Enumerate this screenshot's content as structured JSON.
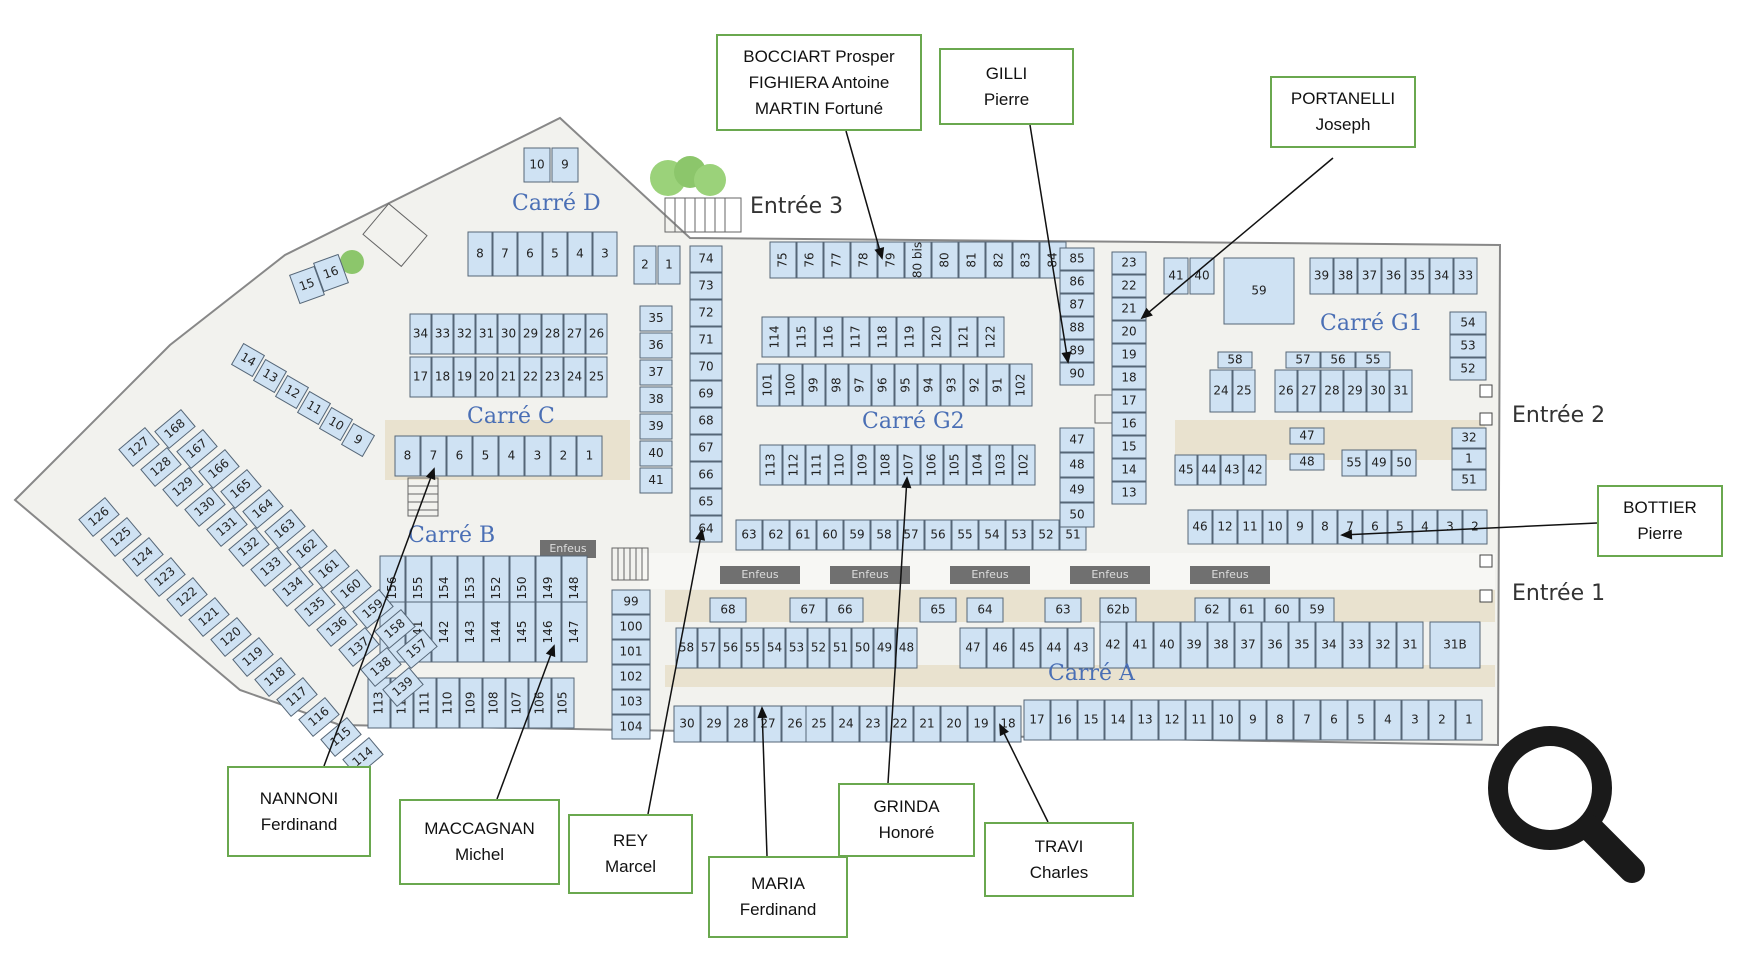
{
  "sections": {
    "carre_a": "Carré A",
    "carre_b": "Carré B",
    "carre_c": "Carré C",
    "carre_d": "Carré D",
    "carre_g1": "Carré G1",
    "carre_g2": "Carré G2"
  },
  "entrances": {
    "entree_1": "Entrée 1",
    "entree_2": "Entrée 2",
    "entree_3": "Entrée 3"
  },
  "enfeus_label": "Enfeus",
  "callouts": [
    {
      "id": "bocciart",
      "lines": [
        "BOCCIART Prosper",
        "FIGHIERA Antoine",
        "MARTIN Fortuné"
      ]
    },
    {
      "id": "gilli",
      "lines": [
        "GILLI",
        "Pierre"
      ]
    },
    {
      "id": "portanelli",
      "lines": [
        "PORTANELLI",
        "Joseph"
      ]
    },
    {
      "id": "bottier",
      "lines": [
        "BOTTIER",
        "Pierre"
      ]
    },
    {
      "id": "nannoni",
      "lines": [
        "NANNONI",
        "Ferdinand"
      ]
    },
    {
      "id": "maccagnan",
      "lines": [
        "MACCAGNAN",
        "Michel"
      ]
    },
    {
      "id": "rey",
      "lines": [
        "REY",
        "Marcel"
      ]
    },
    {
      "id": "maria",
      "lines": [
        "MARIA",
        "Ferdinand"
      ]
    },
    {
      "id": "grinda",
      "lines": [
        "GRINDA",
        "Honoré"
      ]
    },
    {
      "id": "travi",
      "lines": [
        "TRAVI",
        "Charles"
      ]
    }
  ],
  "plots": {
    "a_bottom_left": [
      "30",
      "29",
      "28",
      "27",
      "26"
    ],
    "a_bottom_mid": [
      "25",
      "24",
      "23",
      "22",
      "21",
      "20",
      "19",
      "18"
    ],
    "a_bottom_right": [
      "17",
      "16",
      "15",
      "14",
      "13",
      "12",
      "11",
      "10",
      "9",
      "8",
      "7",
      "6",
      "5",
      "4",
      "3",
      "2",
      "1"
    ],
    "a_mid_left": [
      "58",
      "57",
      "56",
      "55",
      "54",
      "53",
      "52",
      "51",
      "50",
      "49",
      "48"
    ],
    "a_mid_mid": [
      "47",
      "46",
      "45",
      "44",
      "43"
    ],
    "a_mid_right": [
      "42",
      "41",
      "40",
      "39",
      "38",
      "37",
      "36",
      "35",
      "34",
      "33",
      "32",
      "31"
    ],
    "a_mid_end": "31B",
    "a_top_left": [
      "68",
      "67",
      "66",
      "65",
      "64",
      "63",
      "62b"
    ],
    "a_top_right": [
      "62",
      "61",
      "60",
      "59"
    ],
    "g2_top": [
      "75",
      "76",
      "77",
      "78",
      "79",
      "80 bis",
      "80",
      "81",
      "82",
      "83",
      "84"
    ],
    "g2_r1": [
      "114",
      "115",
      "116",
      "117",
      "118",
      "119",
      "120",
      "121",
      "122"
    ],
    "g2_r2": [
      "101",
      "100",
      "99",
      "98",
      "97",
      "96",
      "95",
      "94",
      "93",
      "92",
      "91",
      "102"
    ],
    "g2_r3": [
      "113",
      "112",
      "111",
      "110",
      "109",
      "108",
      "107",
      "106",
      "105",
      "104",
      "103",
      "102"
    ],
    "g2_r4": [
      "63",
      "62",
      "61",
      "60",
      "59",
      "58",
      "57",
      "56",
      "55",
      "54",
      "53",
      "52",
      "51"
    ],
    "g2_col": [
      "74",
      "73",
      "72",
      "71",
      "70",
      "69",
      "68",
      "67",
      "66",
      "65",
      "64"
    ],
    "g_mid_col1": [
      "85",
      "86",
      "87",
      "88",
      "89",
      "90",
      "47",
      "48",
      "49",
      "50"
    ],
    "g_mid_col2": [
      "23",
      "22",
      "21",
      "20",
      "19",
      "18",
      "17",
      "16",
      "15",
      "14",
      "13"
    ],
    "g1_top": [
      "41",
      "40",
      "39",
      "38",
      "37",
      "36",
      "35",
      "34",
      "33"
    ],
    "g1_mid": "59",
    "g1_right": [
      "54",
      "53",
      "52"
    ],
    "g1_b1": [
      "58",
      "57",
      "56",
      "55"
    ],
    "g1_b2": [
      "24",
      "25",
      "26",
      "27",
      "28",
      "29",
      "30",
      "31"
    ],
    "g1_c1": [
      "47",
      "48",
      "55",
      "49",
      "50"
    ],
    "g1_c2": [
      "45",
      "44",
      "43",
      "42"
    ],
    "g1_end": [
      "32",
      "1",
      "51"
    ],
    "g1_bottom": [
      "46",
      "12",
      "11",
      "10",
      "9",
      "8",
      "7",
      "6",
      "5",
      "4",
      "3",
      "2"
    ],
    "c_top": [
      "34",
      "33",
      "32",
      "31",
      "30",
      "29",
      "28",
      "27",
      "26"
    ],
    "c_mid": [
      "17",
      "18",
      "19",
      "20",
      "21",
      "22",
      "23",
      "24",
      "25"
    ],
    "c_bottom": [
      "8",
      "7",
      "6",
      "5",
      "4",
      "3",
      "2",
      "1"
    ],
    "c_diag": [
      "14",
      "13",
      "12",
      "11",
      "10",
      "9"
    ],
    "c_col": [
      "35",
      "36",
      "37",
      "38",
      "39",
      "40",
      "41"
    ],
    "d_row": [
      "8",
      "7",
      "6",
      "5",
      "4",
      "3"
    ],
    "d_pair": [
      "2",
      "1"
    ],
    "d_top": [
      "10",
      "9"
    ],
    "d_left": [
      "15",
      "16"
    ],
    "b_top": [
      "156",
      "155",
      "154",
      "153",
      "152",
      "150",
      "149",
      "148"
    ],
    "b_mid": [
      "140",
      "141",
      "142",
      "143",
      "144",
      "145",
      "146",
      "147"
    ],
    "b_bottom": [
      "113",
      "112",
      "111",
      "110",
      "109",
      "108",
      "107",
      "106",
      "105"
    ],
    "b_col": [
      "99",
      "100",
      "101",
      "102",
      "103",
      "104"
    ],
    "b_diag1": [
      "127",
      "128",
      "129",
      "130",
      "131",
      "132",
      "133",
      "134",
      "135",
      "136",
      "137",
      "138",
      "139"
    ],
    "b_diag2": [
      "168",
      "167",
      "166",
      "165",
      "164",
      "163",
      "162",
      "161",
      "160",
      "159",
      "158",
      "157"
    ],
    "b_diag3": [
      "126",
      "125",
      "124",
      "123",
      "122",
      "121",
      "120",
      "119",
      "118",
      "117",
      "116",
      "115",
      "114"
    ]
  }
}
